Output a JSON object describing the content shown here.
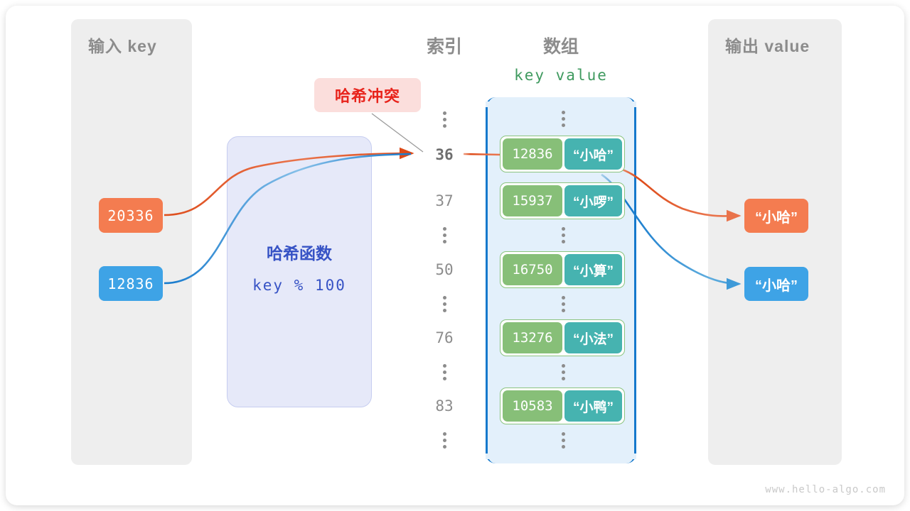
{
  "diagram": {
    "title_input": "输入 key",
    "title_output": "输出 value",
    "heading_index": "索引",
    "heading_array": "数组",
    "heading_kv": "key  value",
    "collision_badge": "哈希冲突",
    "watermark": "www.hello-algo.com"
  },
  "hash_function": {
    "name": "哈希函数",
    "expression": "key % 100"
  },
  "inputs": [
    {
      "key": "20336",
      "color": "#f47c50"
    },
    {
      "key": "12836",
      "color": "#3ea3e6"
    }
  ],
  "outputs": [
    {
      "value": "“小哈”",
      "color": "#f47c50"
    },
    {
      "value": "“小哈”",
      "color": "#3ea3e6"
    }
  ],
  "index_column": [
    {
      "type": "dots"
    },
    {
      "type": "index",
      "label": "36",
      "highlight": true
    },
    {
      "type": "index",
      "label": "37",
      "highlight": false
    },
    {
      "type": "dots"
    },
    {
      "type": "index",
      "label": "50",
      "highlight": false
    },
    {
      "type": "dots"
    },
    {
      "type": "index",
      "label": "76",
      "highlight": false
    },
    {
      "type": "dots"
    },
    {
      "type": "index",
      "label": "83",
      "highlight": false
    },
    {
      "type": "dots"
    }
  ],
  "array_rows": [
    {
      "type": "dots"
    },
    {
      "type": "entry",
      "key": "12836",
      "value": "“小哈”"
    },
    {
      "type": "entry",
      "key": "15937",
      "value": "“小啰”"
    },
    {
      "type": "dots"
    },
    {
      "type": "entry",
      "key": "16750",
      "value": "“小算”"
    },
    {
      "type": "dots"
    },
    {
      "type": "entry",
      "key": "13276",
      "value": "“小法”"
    },
    {
      "type": "dots"
    },
    {
      "type": "entry",
      "key": "10583",
      "value": "“小鸭”"
    },
    {
      "type": "dots"
    }
  ],
  "colors": {
    "key_box": "#87bf78",
    "value_box": "#46b3b0",
    "array_bg": "#e3f0fb",
    "array_bracket": "#1579cc",
    "hash_bg": "#e6e9f9",
    "hash_text": "#3753c5",
    "panel_bg": "#eeeeee",
    "badge_bg": "#fbdedc",
    "badge_text": "#e8231b",
    "orange": "#f47c50",
    "blue": "#3ea3e6",
    "grey_text": "#8c8c8c"
  }
}
